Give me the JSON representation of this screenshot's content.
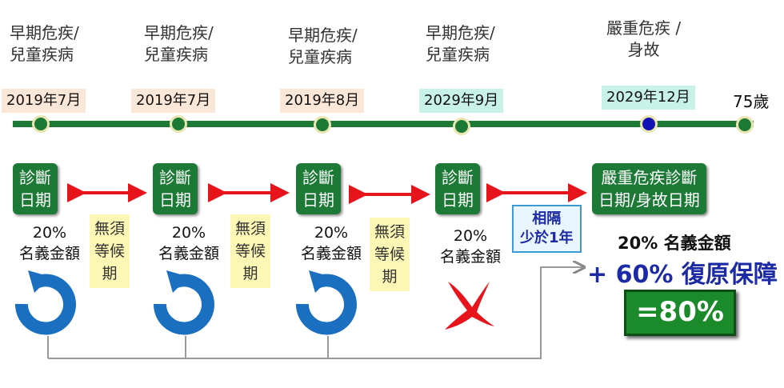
{
  "milestones": [
    {
      "top_label": "早期危疾/\n兒童疾病",
      "date": "2019年7月",
      "diag": "診斷\n日期",
      "pct": "20%\n名義金額",
      "outcome": "renew-icon"
    },
    {
      "top_label": "早期危疾/\n兒童疾病",
      "date": "2019年7月",
      "diag": "診斷\n日期",
      "pct": "20%\n名義金額",
      "outcome": "renew-icon"
    },
    {
      "top_label": "早期危疾/\n兒童疾病",
      "date": "2019年8月",
      "diag": "診斷\n日期",
      "pct": "20%\n名義金額",
      "outcome": "renew-icon"
    },
    {
      "top_label": "早期危疾/\n兒童疾病",
      "date": "2029年9月",
      "diag": "診斷\n日期",
      "pct": "20%\n名義金額",
      "outcome": "cross-icon"
    }
  ],
  "final": {
    "top_label": "嚴重危疾 /\n身故",
    "date": "2029年12月",
    "diag": "嚴重危疾診斷\n日期/身故日期",
    "result_line1": "20% 名義金額",
    "result_line2": "+ 60% 復原保障",
    "total": "=80%"
  },
  "age_label": "75歲",
  "wait_label": "無須\n等候\n期",
  "gap_label": "相隔\n少於1年",
  "colors": {
    "green": "#1c7a36",
    "blue_node": "#1414b4",
    "arrow_red": "#e8141c",
    "renew_blue": "#1a6fc0"
  }
}
